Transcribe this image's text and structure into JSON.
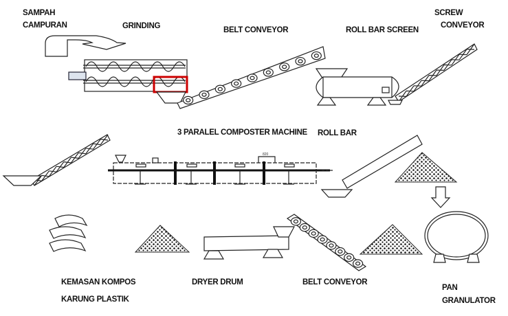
{
  "labels": {
    "sampah": "SAMPAH",
    "campuran": "CAMPURAN",
    "grinding": "GRINDING",
    "belt_conveyor_top": "BELT CONVEYOR",
    "roll_bar_screen": "ROLL BAR SCREEN",
    "screw": "SCREW",
    "conveyor": "CONVEYOR",
    "composter": "3 PARALEL COMPOSTER MACHINE",
    "roll_bar": "ROLL BAR",
    "kemasan": "KEMASAN  KOMPOS",
    "karung": "KARUNG  PLASTIK",
    "dryer_drum": "DRYER DRUM",
    "belt_conveyor_bottom": "BELT CONVEYOR",
    "pan": "PAN",
    "granulator": "GRANULATOR",
    "dimension": "820"
  },
  "colors": {
    "highlight": "#cc0000",
    "line": "#222222"
  }
}
